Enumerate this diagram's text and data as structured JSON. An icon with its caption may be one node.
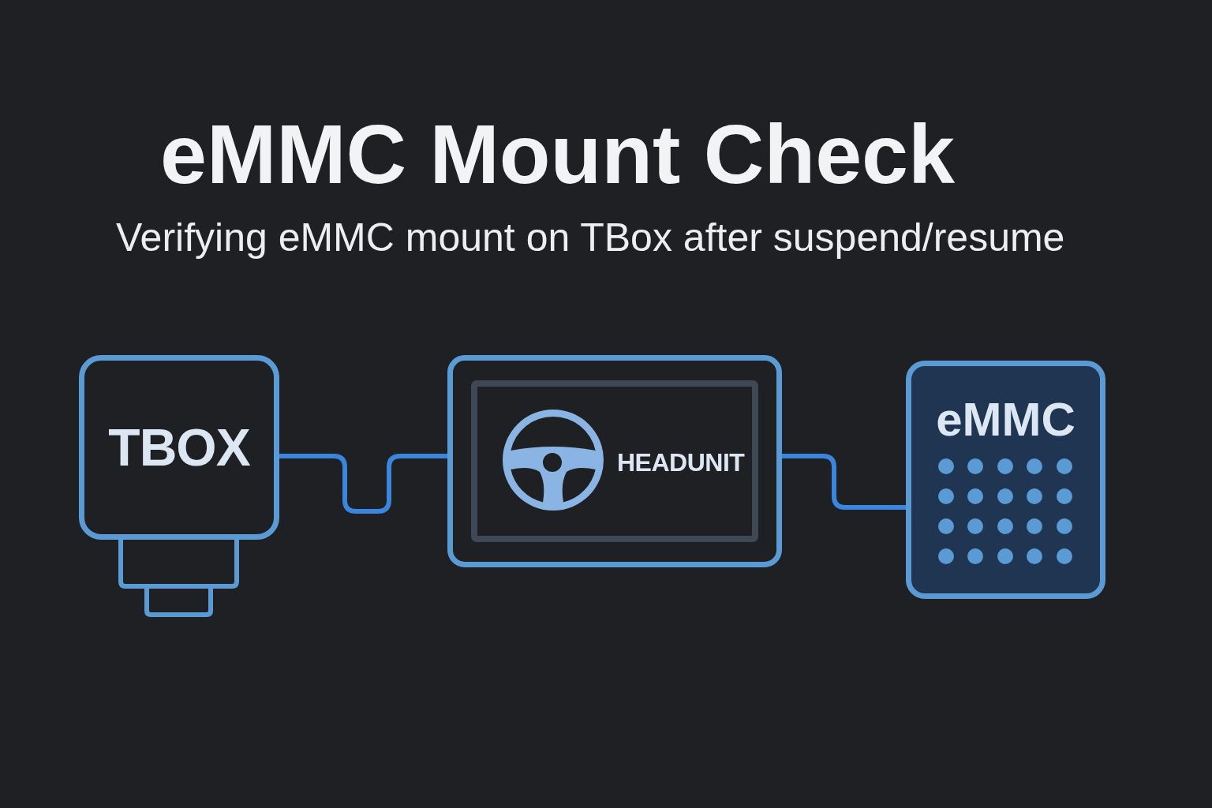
{
  "diagram": {
    "title": "eMMC Mount Check",
    "nodes": [
      {
        "text": [
          "TBOX"
        ]
      },
      {
        "text": [],
        "shape": "box"
      },
      {
        "text": [
          "HEADUNIT"
        ],
        "in": 1
      },
      {
        "text": [
          "eMMC"
        ]
      }
    ],
    "edges": [
      {
        "from": 0,
        "to": 1,
        "arrow": "none"
      },
      {
        "from": 1,
        "to": 3,
        "arrow": "none"
      }
    ],
    "labels": [
      "Verifying eMMC mount on TBox after suspend/resume"
    ]
  }
}
